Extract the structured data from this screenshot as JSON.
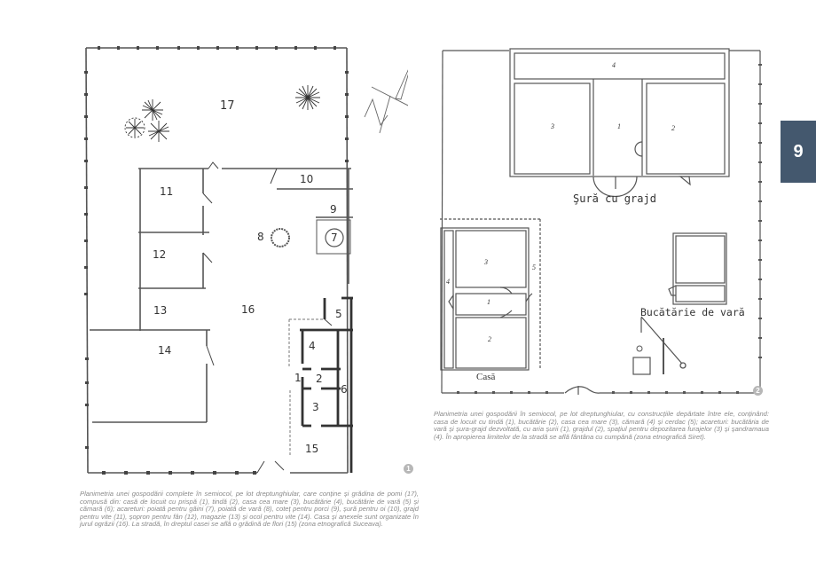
{
  "page": {
    "number": "9",
    "accent_color": "#44586e"
  },
  "figure1": {
    "badge": "1",
    "labels": {
      "l17": "17",
      "l10": "10",
      "l11": "11",
      "l9": "9",
      "l8": "8",
      "l7": "7",
      "l12": "12",
      "l13": "13",
      "l16": "16",
      "l5": "5",
      "l14": "14",
      "l4": "4",
      "l1": "1",
      "l2": "2",
      "l6": "6",
      "l3": "3",
      "l15": "15"
    },
    "caption": "Planimetria unei gospodării complete în semiocol, pe lot dreptunghiular, care conține și grădina de pomi (17), compusă din: casă de locuit cu prispă (1), tindă (2), casa cea mare (3), bucătărie (4), bucătărie de vară (5) și cămară (6); acareturi: poiată pentru găini (7), poiată de vară (8), coteț pentru porci (9), șură pentru oi (10), grajd pentru vite (11), șopron pentru fân (12), magazie (13) și ocol pentru vite (14). Casa și anexele sunt organizate în jurul ogrăzii (16). La stradă, în dreptul casei se află o grădină de flori (15) (zona etnografică Suceava)."
  },
  "figure2": {
    "badge": "2",
    "labels": {
      "s4": "4",
      "s3": "3",
      "s1": "1",
      "s2": "2",
      "sura": "Şură cu grajd",
      "c3": "3",
      "c5": "5",
      "c4": "4",
      "c1": "1",
      "c2": "2",
      "casa": "Casă",
      "bucatarie": "Bucătărie de vară"
    },
    "caption": "Planimetria unei gospodării în semiocol, pe lot dreptunghiular, cu construcțiile depărtate între ele, conținând: casa de locuit cu tindă (1), bucătărie (2), casa cea mare (3), cămară (4) și cerdac (5); acareturi: bucătăria de vară și șura-grajd dezvoltată, cu aria șurii (1), grajdul (2), spațiul pentru depozitarea furajelor (3) și șandramaua (4). În apropierea limitelor de la stradă se află fântâna cu cumpănă (zona etnografică Siret)."
  }
}
